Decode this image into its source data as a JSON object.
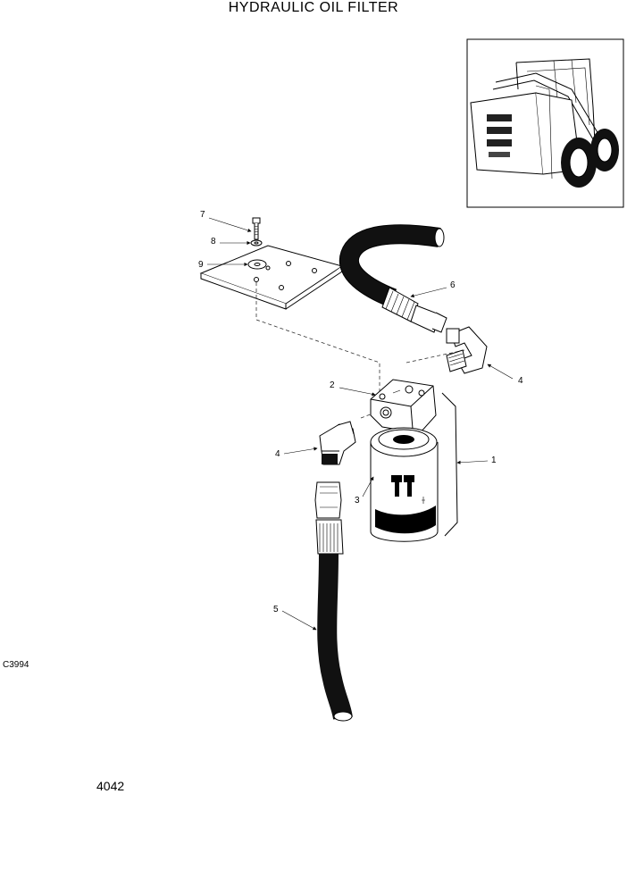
{
  "header": {
    "title": "HYDRAULIC OIL FILTER"
  },
  "footer": {
    "drawing_code": "C3994",
    "page_number": "4042"
  },
  "inset": {
    "icon": "skid-steer-loader-icon"
  },
  "callouts": {
    "c1": "1",
    "c2": "2",
    "c3": "3",
    "c4a": "4",
    "c4b": "4",
    "c5": "5",
    "c6": "6",
    "c7": "7",
    "c8": "8",
    "c9": "9"
  }
}
